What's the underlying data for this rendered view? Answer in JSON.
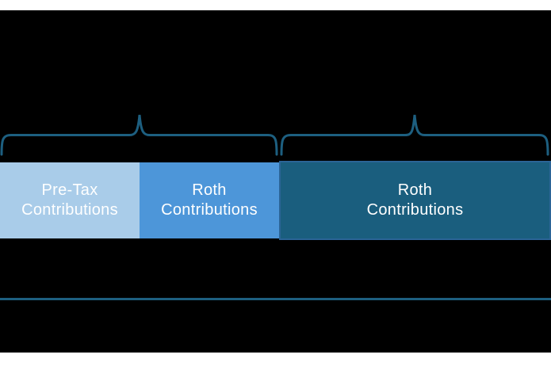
{
  "colors": {
    "page_background": "#ffffff",
    "slide_background": "#000000",
    "brace": "#1d5f80",
    "divider_line": "#1d5f80",
    "segment_text": "#ffffff"
  },
  "bar": {
    "segments": [
      {
        "label": "Pre-Tax\nContributions",
        "fill": "#a9cce9"
      },
      {
        "label": "Roth\nContributions",
        "fill": "#4d96d9"
      },
      {
        "label": "Roth\nContributions",
        "fill": "#1a5e7e",
        "border": "#2b6496"
      }
    ]
  }
}
